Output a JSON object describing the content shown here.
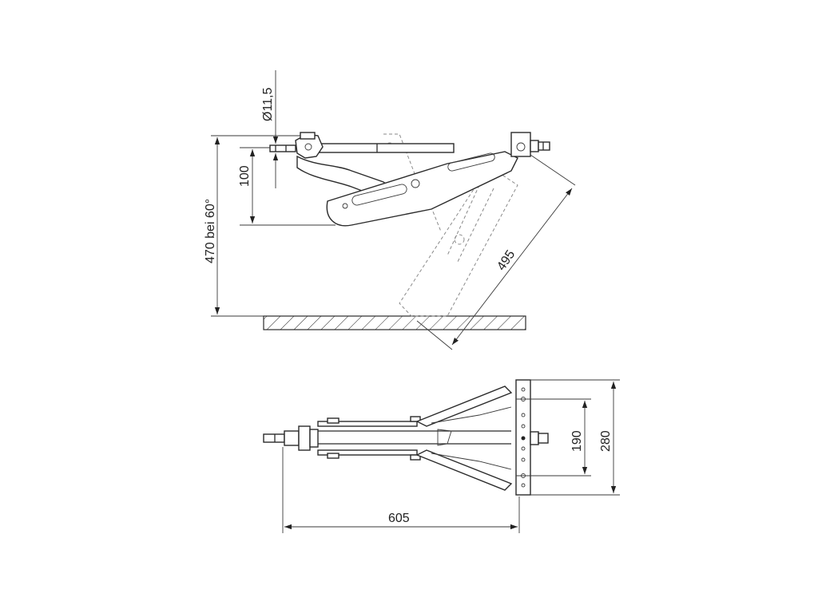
{
  "dimensions": {
    "diameter": "Ø11,5",
    "lift_height": "100",
    "height_at_angle": "470 bei 60°",
    "arm_length": "495",
    "total_length": "605",
    "hole_spacing": "190",
    "base_width": "280"
  }
}
